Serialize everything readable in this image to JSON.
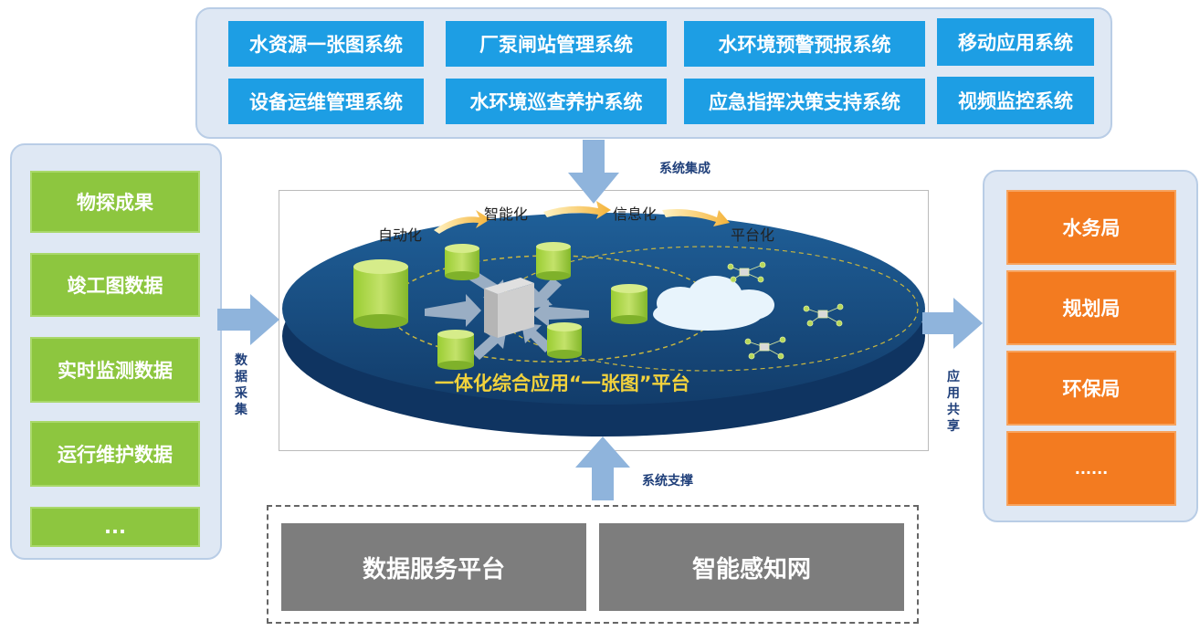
{
  "top_systems": [
    "水资源一张图系统",
    "厂泵闸站管理系统",
    "水环境预警预报系统",
    "移动应用系统",
    "设备运维管理系统",
    "水环境巡查养护系统",
    "应急指挥决策支持系统",
    "视频监控系统"
  ],
  "left_data_sources": [
    "物探成果",
    "竣工图数据",
    "实时监测数据",
    "运行维护数据",
    "..."
  ],
  "right_consumers": [
    "水务局",
    "规划局",
    "环保局",
    "......"
  ],
  "bottom_support": [
    "数据服务平台",
    "智能感知网"
  ],
  "flow_labels": {
    "integration": "系统集成",
    "collection": [
      "数",
      "据",
      "采",
      "集"
    ],
    "sharing": [
      "应",
      "用",
      "共",
      "享"
    ],
    "support": "系统支撑"
  },
  "stages": [
    "自动化",
    "智能化",
    "信息化",
    "平台化"
  ],
  "platform_title": "一体化综合应用“一张图”平台",
  "colors": {
    "system_blue": "#1d9ee4",
    "source_green": "#8dc63f",
    "consumer_orange": "#f37b20",
    "support_gray": "#7d7d7d",
    "panel_bg": "#dfe8f4",
    "arrow_blue": "#8fb4dc",
    "platform_navy": "#1a5288",
    "title_yellow": "#f2d23c"
  }
}
